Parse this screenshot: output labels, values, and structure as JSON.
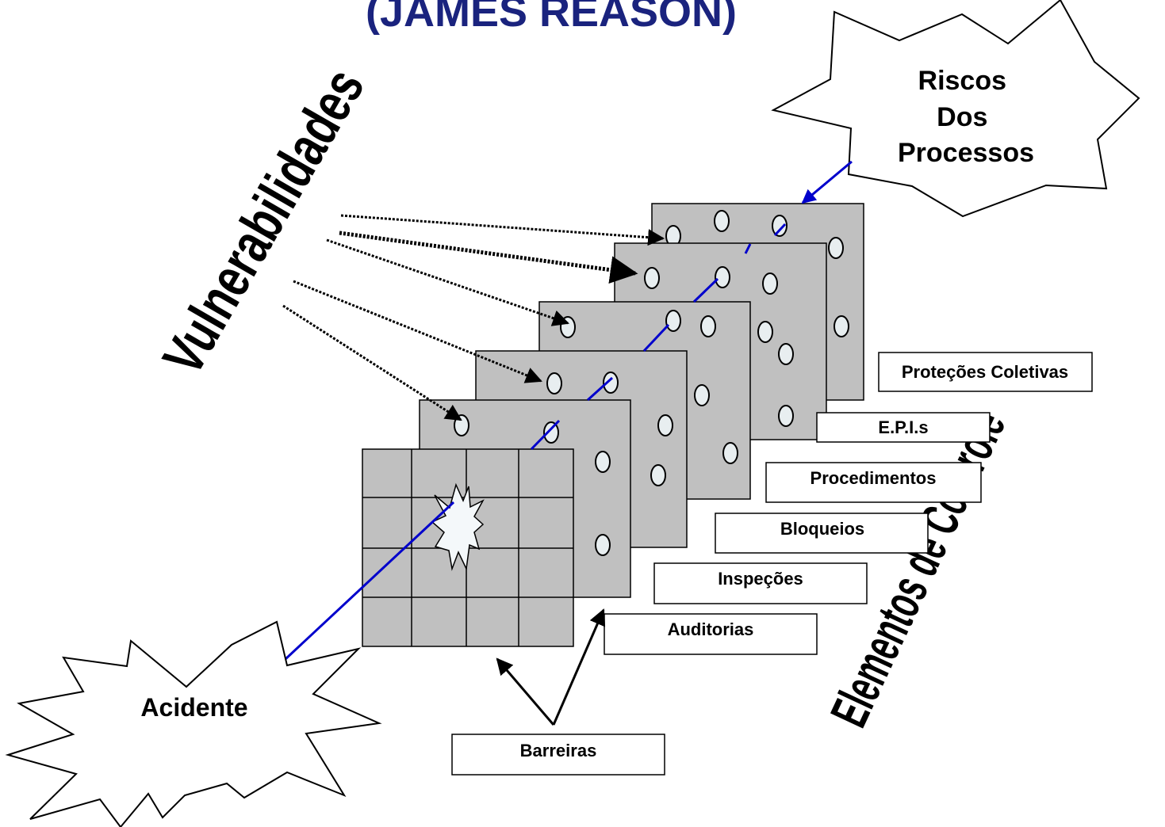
{
  "title": "(JAMES REASON)",
  "vertical_labels": {
    "left": "Vulnerabilidades",
    "right": "Elementos de Controle"
  },
  "risk_label": [
    "Riscos",
    "Dos",
    "Processos"
  ],
  "accident_label": "Acidente",
  "barrier_labels": [
    "Proteções Coletivas",
    "E.P.I.s",
    "Procedimentos",
    "Bloqueios",
    "Inspeções",
    "Auditorias"
  ],
  "barrier_group_label": "Barreiras",
  "colors": {
    "title": "#1a237e",
    "panel": "#c0c0c0",
    "trajectory": "#0000cc",
    "hole": "#e8eef0"
  }
}
